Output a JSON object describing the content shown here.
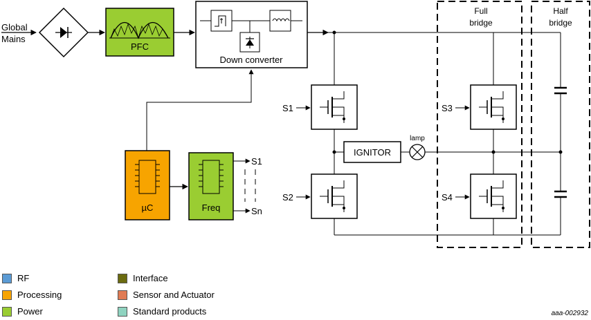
{
  "labels": {
    "input_line1": "Global",
    "input_line2": "Mains",
    "pfc": "PFC",
    "down_converter": "Down converter",
    "full_bridge_line1": "Full",
    "full_bridge_line2": "bridge",
    "half_bridge_line1": "Half",
    "half_bridge_line2": "bridge",
    "s1": "S1",
    "s2": "S2",
    "s3": "S3",
    "s4": "S4",
    "ignitor": "IGNITOR",
    "lamp": "lamp",
    "uc": "µC",
    "freq": "Freq",
    "out_s1": "S1",
    "out_sn": "Sn"
  },
  "legend": [
    {
      "label": "RF",
      "color": "#5b9bd5"
    },
    {
      "label": "Processing",
      "color": "#f7a400"
    },
    {
      "label": "Power",
      "color": "#9acd32"
    },
    {
      "label": "Interface",
      "color": "#6b6b10"
    },
    {
      "label": "Sensor and Actuator",
      "color": "#e07b54"
    },
    {
      "label": "Standard products",
      "color": "#8fd3c0"
    }
  ],
  "colors": {
    "power": "#9acd32",
    "processing": "#f7a400"
  },
  "doc_id": "aaa-002932"
}
